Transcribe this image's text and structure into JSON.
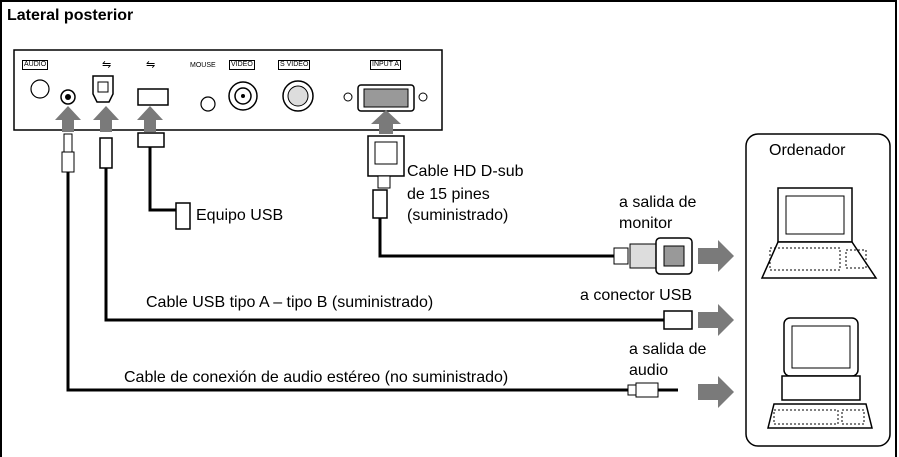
{
  "title": "Lateral posterior",
  "ports": {
    "audio": "AUDIO",
    "mouse": "MOUSE",
    "video": "VIDEO",
    "svideo": "S VIDEO",
    "input_a": "INPUT A"
  },
  "labels": {
    "equipo_usb": "Equipo USB",
    "cable_hd_1": "Cable HD D-sub",
    "cable_hd_2": "de 15 pines",
    "cable_hd_3": "(suministrado)",
    "salida_monitor_1": "a salida de",
    "salida_monitor_2": "monitor",
    "cable_usb": "Cable USB tipo A – tipo B (suministrado)",
    "conector_usb": "a conector USB",
    "salida_audio_1": "a salida de",
    "salida_audio_2": "audio",
    "cable_audio": "Cable de conexión de audio estéreo (no suministrado)",
    "ordenador": "Ordenador"
  }
}
